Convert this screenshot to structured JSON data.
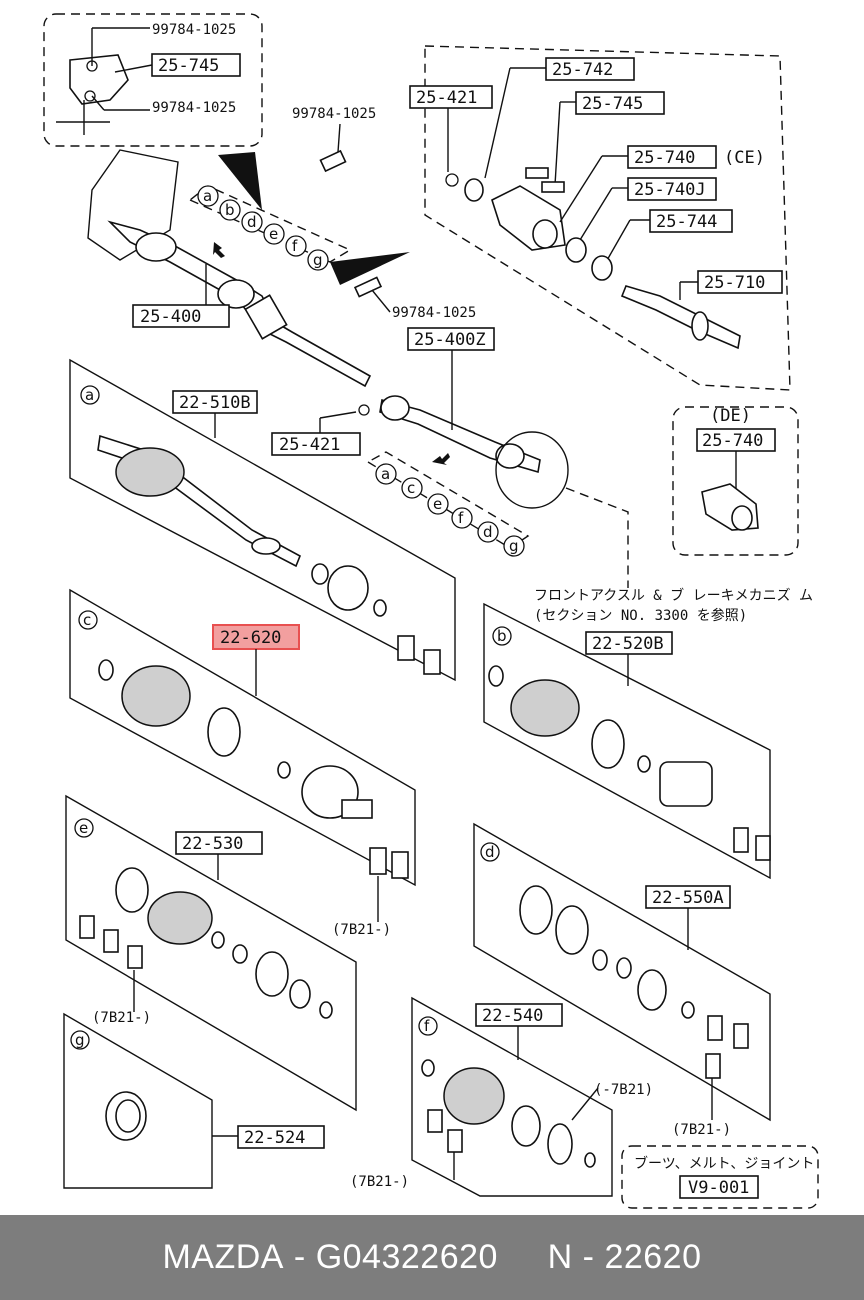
{
  "colors": {
    "highlight": "#e85050",
    "footer_bg": "#7d7d7d",
    "footer_text": "#ffffff"
  },
  "callouts": {
    "p1": "99784-1025",
    "p2": "25-745",
    "p3": "99784-1025",
    "p4": "99784-1025",
    "p5": "25-742",
    "p6": "25-421",
    "p7": "25-745",
    "p8": "25-740",
    "p8_note": "(CE)",
    "p9": "25-740J",
    "p10": "25-744",
    "p11": "25-710",
    "p12": "25-400",
    "p13": "99784-1025",
    "p14": "25-400Z",
    "p15": "22-510B",
    "p16": "25-421",
    "p17": "25-740",
    "p17_note": "(DE)",
    "p18": "22-620",
    "p19": "22-520B",
    "p20": "22-530",
    "p21": "22-550A",
    "p22": "22-540",
    "p23": "22-524",
    "p24": "V9-001"
  },
  "notes": {
    "front_axle_line1": "フロントアクスル & ブ レーキメカニズ ム",
    "front_axle_line2": "(セクション NO. 3300 を参照)",
    "boots_note": "ブーツ、メルト、ジョイント",
    "code_7b21_a": "(7B21-)",
    "code_7b21_b": "(7B21-)",
    "code_7b21_c": "(-7B21)",
    "code_7b21_d": "(7B21-)",
    "code_7b21_e": "(7B21-)"
  },
  "letters_top": [
    "a",
    "b",
    "d",
    "e",
    "f",
    "g"
  ],
  "letters_mid": [
    "a",
    "c",
    "e",
    "f",
    "d",
    "g"
  ],
  "panel_letters": {
    "a": "a",
    "c": "c",
    "b": "b",
    "e": "e",
    "d": "d",
    "g": "g",
    "f": "f"
  },
  "footer": {
    "brand": "MAZDA",
    "sep1": " - ",
    "part_no": "G04322620",
    "gap": "     ",
    "n_label": "N",
    "sep2": " - ",
    "n_no": "22620"
  }
}
